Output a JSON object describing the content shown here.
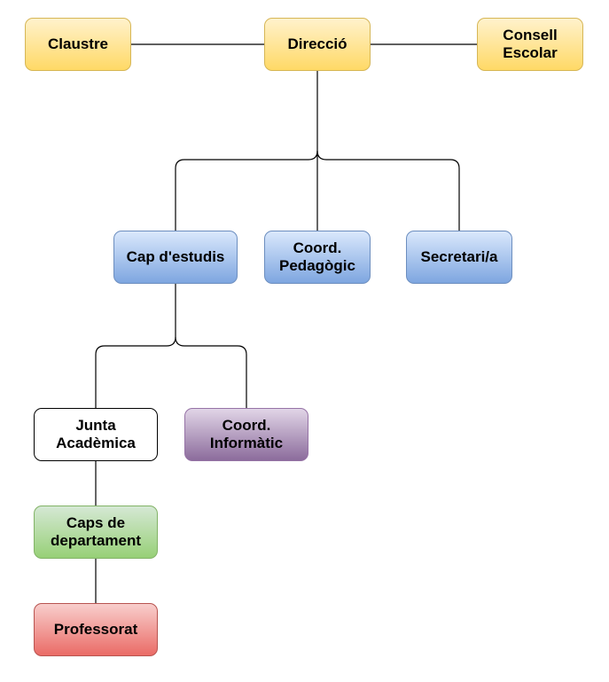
{
  "diagram": {
    "type": "org-chart",
    "nodes": [
      {
        "id": "claustre",
        "label": "Claustre",
        "style": "yellow"
      },
      {
        "id": "direccio",
        "label": "Direcció",
        "style": "yellow"
      },
      {
        "id": "consell-escolar",
        "label": "Consell\nEscolar",
        "style": "yellow"
      },
      {
        "id": "cap-estudis",
        "label": "Cap d'estudis",
        "style": "blue"
      },
      {
        "id": "coord-pedagogic",
        "label": "Coord.\nPedagògic",
        "style": "blue"
      },
      {
        "id": "secretaria",
        "label": "Secretari/a",
        "style": "blue"
      },
      {
        "id": "junta-academica",
        "label": "Junta\nAcadèmica",
        "style": "white"
      },
      {
        "id": "coord-informatic",
        "label": "Coord.\nInformàtic",
        "style": "purple"
      },
      {
        "id": "caps-departament",
        "label": "Caps de\ndepartament",
        "style": "green"
      },
      {
        "id": "professorat",
        "label": "Professorat",
        "style": "red"
      }
    ],
    "edges": [
      {
        "from": "claustre",
        "to": "direccio"
      },
      {
        "from": "direccio",
        "to": "consell-escolar"
      },
      {
        "from": "direccio",
        "to": "cap-estudis"
      },
      {
        "from": "direccio",
        "to": "coord-pedagogic"
      },
      {
        "from": "direccio",
        "to": "secretaria"
      },
      {
        "from": "cap-estudis",
        "to": "junta-academica"
      },
      {
        "from": "cap-estudis",
        "to": "coord-informatic"
      },
      {
        "from": "junta-academica",
        "to": "caps-departament"
      },
      {
        "from": "caps-departament",
        "to": "professorat"
      }
    ],
    "colors": {
      "yellow": "#ffd966",
      "blue": "#7ea6e0",
      "white": "#ffffff",
      "purple": "#8c6c9c",
      "green": "#97d077",
      "red": "#ea6b66",
      "edge": "#000000"
    }
  }
}
